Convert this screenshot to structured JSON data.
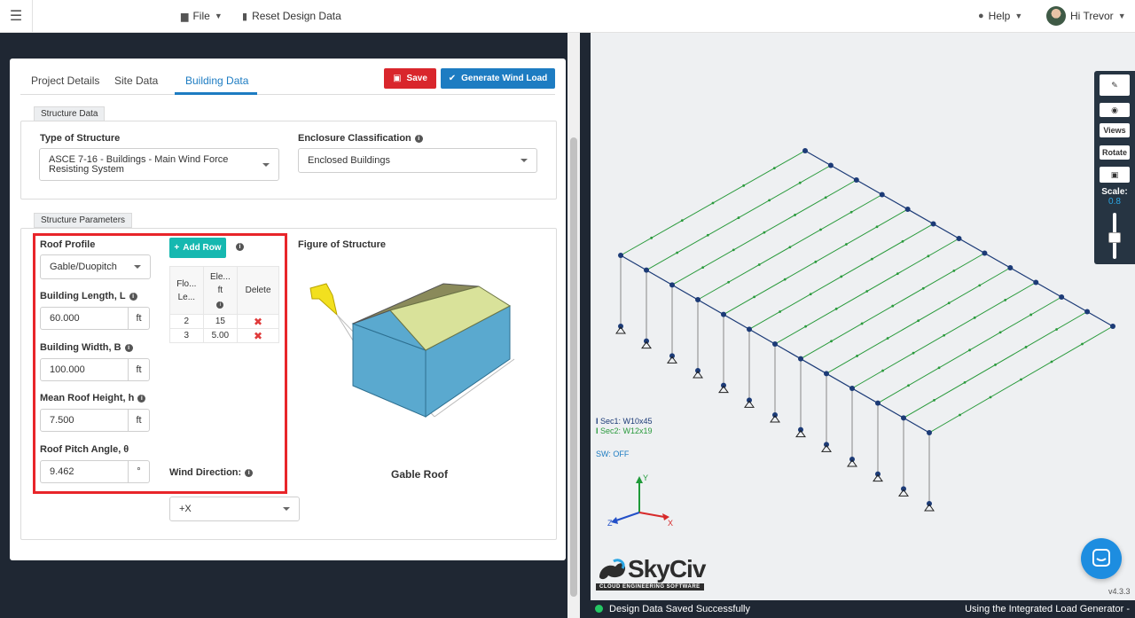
{
  "topbar": {
    "file_label": "File",
    "reset_label": "Reset Design Data",
    "help_label": "Help",
    "user_greeting": "Hi Trevor"
  },
  "tabs": [
    {
      "label": "Project Details"
    },
    {
      "label": "Site Data"
    },
    {
      "label": "Building Data"
    }
  ],
  "buttons": {
    "save": "Save",
    "generate": "Generate Wind Load",
    "add_row": "Add Row"
  },
  "structure_data": {
    "section_title": "Structure Data",
    "type_label": "Type of Structure",
    "type_value_line1": "ASCE 7-16 - Buildings - Main Wind Force",
    "type_value_line2": "Resisting System",
    "enclosure_label": "Enclosure Classification",
    "enclosure_value": "Enclosed Buildings"
  },
  "structure_params": {
    "section_title": "Structure Parameters",
    "roof_profile_label": "Roof Profile",
    "roof_profile_value": "Gable/Duopitch",
    "length_label": "Building Length, L",
    "length_value": "60.000",
    "length_unit": "ft",
    "width_label": "Building Width, B",
    "width_value": "100.000",
    "width_unit": "ft",
    "height_label": "Mean Roof Height, h",
    "height_value": "7.500",
    "height_unit": "ft",
    "pitch_label": "Roof Pitch Angle, θ",
    "pitch_value": "9.462",
    "pitch_unit": "°",
    "wind_dir_label": "Wind Direction:",
    "wind_dir_value": "+X",
    "figure_label": "Figure of Structure",
    "figure_caption": "Gable Roof"
  },
  "floor_table": {
    "col1_line1": "Flo...",
    "col1_line2": "Le...",
    "col2_line1": "Ele...",
    "col2_line2": "ft",
    "col3": "Delete",
    "rows": [
      {
        "floor": "2",
        "elev": "15"
      },
      {
        "floor": "3",
        "elev": "5.00"
      }
    ]
  },
  "viewer": {
    "views_label": "Views",
    "rotate_label": "Rotate",
    "scale_label": "Scale:",
    "scale_value": "0.8",
    "sec1": "Sec1: W10x45",
    "sec2": "Sec2: W12x19",
    "sw_status": "SW: OFF",
    "axis_x": "X",
    "axis_y": "Y",
    "axis_z": "Z",
    "logo_text": "SkyCiv",
    "logo_sub": "CLOUD ENGINEERING SOFTWARE",
    "version": "v4.3.3"
  },
  "status": {
    "message": "Design Data Saved Successfully",
    "right_text": "Using the Integrated Load Generator -"
  },
  "colors": {
    "primary_blue": "#1d7cc2",
    "save_red": "#d9262c",
    "teal": "#16b8b0",
    "highlight_red": "#e8252a",
    "member_green": "#2a9a3c",
    "node_navy": "#1c3b77",
    "dark_bg": "#1f2733"
  }
}
